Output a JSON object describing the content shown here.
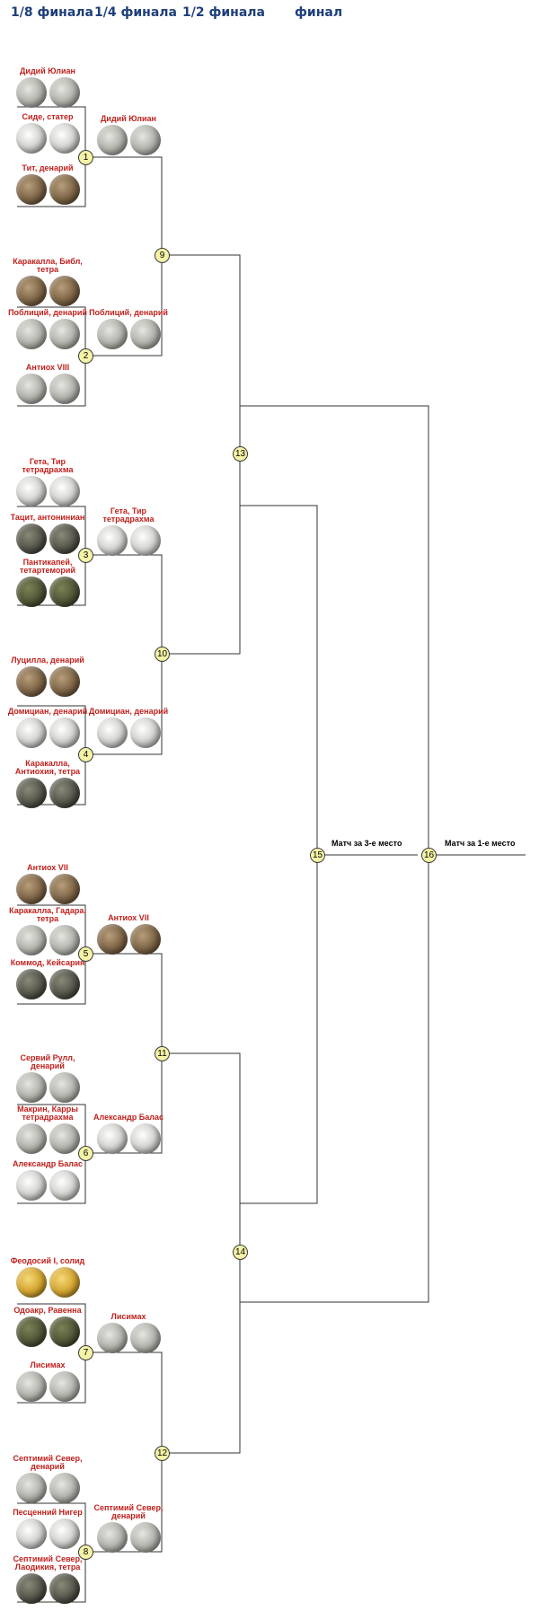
{
  "headers": [
    "1/8 финала",
    "1/4 финала",
    "1/2 финала",
    "финал"
  ],
  "entries": [
    {
      "id": "e1",
      "label": "Дидий Юлиан",
      "metal": "silver"
    },
    {
      "id": "e2",
      "label": "Сиде, статер",
      "metal": "whitesilver"
    },
    {
      "id": "e3",
      "label": "Тит, денарий",
      "metal": "bronze"
    },
    {
      "id": "e4",
      "label": "Каракалла, Библ, тетра",
      "metal": "bronze"
    },
    {
      "id": "e5",
      "label": "Поблиций, денарий",
      "metal": "silver"
    },
    {
      "id": "e6",
      "label": "Антиох VIII",
      "metal": "silver"
    },
    {
      "id": "e7",
      "label": "Гета, Тир тетрадрахма",
      "metal": "whitesilver"
    },
    {
      "id": "e8",
      "label": "Тацит, антониниан",
      "metal": "dark"
    },
    {
      "id": "e9",
      "label": "Пантикапей, тетартеморий",
      "metal": "green"
    },
    {
      "id": "e10",
      "label": "Луцилла, денарий",
      "metal": "bronze"
    },
    {
      "id": "e11",
      "label": "Домициан, денарий",
      "metal": "whitesilver"
    },
    {
      "id": "e12",
      "label": "Каракалла, Антиохия, тетра",
      "metal": "dark"
    },
    {
      "id": "e13",
      "label": "Антиох VII",
      "metal": "bronze"
    },
    {
      "id": "e14",
      "label": "Каракалла, Гадара, тетра",
      "metal": "silver"
    },
    {
      "id": "e15",
      "label": "Коммод, Кейсария",
      "metal": "dark"
    },
    {
      "id": "e16",
      "label": "Сервий Рулл, денарий",
      "metal": "silver"
    },
    {
      "id": "e17",
      "label": "Макрин, Карры тетрадрахма",
      "metal": "silver"
    },
    {
      "id": "e18",
      "label": "Александр Балас",
      "metal": "whitesilver"
    },
    {
      "id": "e19",
      "label": "Феодосий I, солид",
      "metal": "gold"
    },
    {
      "id": "e20",
      "label": "Одоакр, Равенна",
      "metal": "green"
    },
    {
      "id": "e21",
      "label": "Лисимах",
      "metal": "silver"
    },
    {
      "id": "e22",
      "label": "Септимий Север, денарий",
      "metal": "silver"
    },
    {
      "id": "e23",
      "label": "Песценний Нигер",
      "metal": "whitesilver"
    },
    {
      "id": "e24",
      "label": "Септимий Север, Лаодикия, тетра",
      "metal": "dark"
    }
  ],
  "quarter_entries": [
    {
      "id": "q1",
      "label": "Дидий Юлиан",
      "metal": "silver"
    },
    {
      "id": "q2",
      "label": "Поблиций, денарий",
      "metal": "silver"
    },
    {
      "id": "q3",
      "label": "Гета, Тир тетрадрахма",
      "metal": "whitesilver"
    },
    {
      "id": "q4",
      "label": "Домициан, денарий",
      "metal": "whitesilver"
    },
    {
      "id": "q5",
      "label": "Антиох VII",
      "metal": "bronze"
    },
    {
      "id": "q6",
      "label": "Александр Балас",
      "metal": "whitesilver"
    },
    {
      "id": "q7",
      "label": "Лисимах",
      "metal": "silver"
    },
    {
      "id": "q8",
      "label": "Септимий Север, денарий",
      "metal": "silver"
    }
  ],
  "nodes": [
    "1",
    "2",
    "3",
    "4",
    "5",
    "6",
    "7",
    "8",
    "9",
    "10",
    "11",
    "12",
    "13",
    "14",
    "15",
    "16"
  ],
  "matches": {
    "third_place": "Матч за 3-е место",
    "first_place": "Матч за 1-е место"
  }
}
